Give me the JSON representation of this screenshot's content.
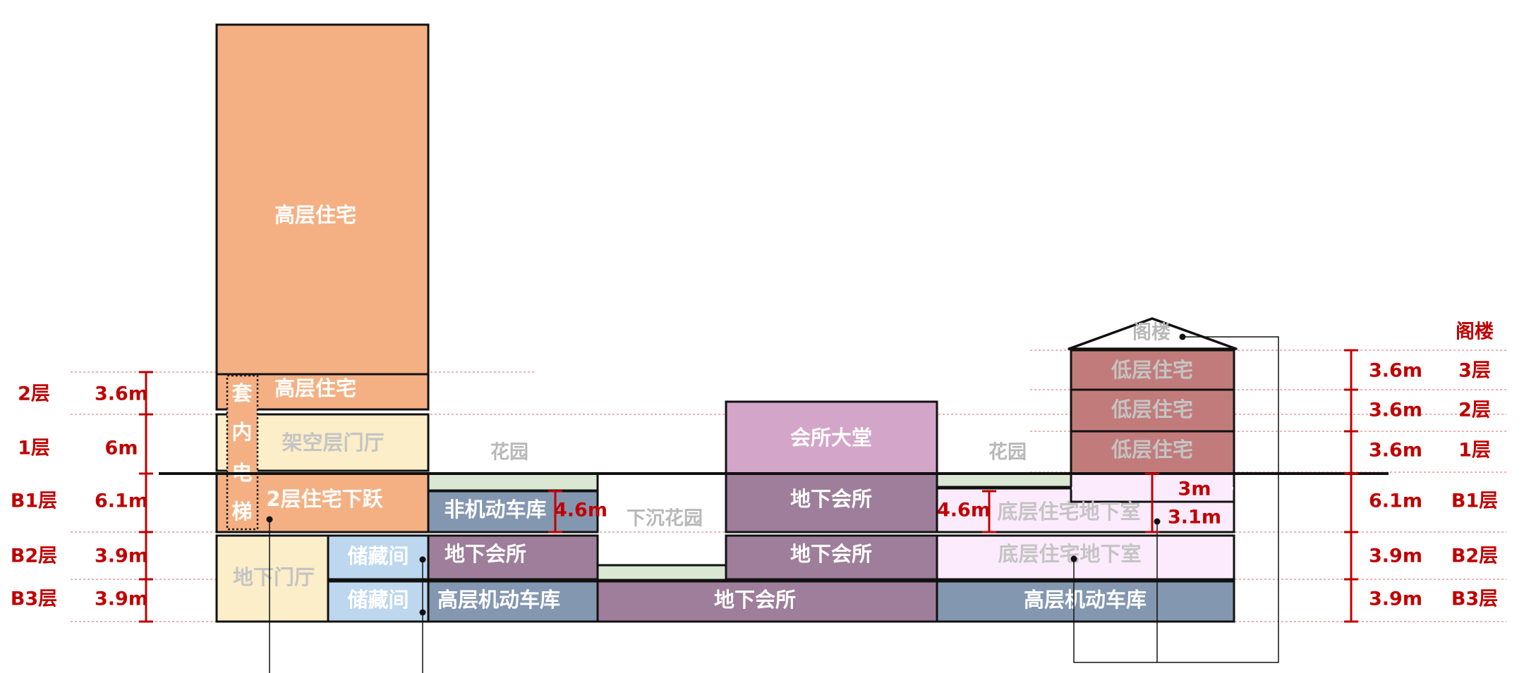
{
  "colors": {
    "high_residential": "#f4b083",
    "lobby": "#fbeec8",
    "storage": "#bdd7ee",
    "bicycle_garage": "#8497b0",
    "underground_club": "#9e7e9b",
    "club_hall": "#d3a5c8",
    "low_residential": "#c27b7b",
    "basement_pink": "#fcebfc",
    "garden": "#d9e7d3",
    "dimension_red": "#c00000"
  },
  "blocks": {
    "high_res_upper": "高层住宅",
    "high_res_2f": "高层住宅",
    "elevator": [
      "套",
      "内",
      "电",
      "梯"
    ],
    "pilotis_lobby": "架空层门厅",
    "duplex_lower": "2层住宅下跃",
    "underground_entrance": "地下门厅",
    "storage_b2": "储藏间",
    "storage_b3": "储藏间",
    "garden_left": "花园",
    "bicycle_garage": "非机动车库",
    "underground_club_b2_left": "地下会所",
    "parking_b3_left": "高层机动车库",
    "sunken_garden": "下沉花园",
    "underground_club_b3": "地下会所",
    "club_lobby": "会所大堂",
    "underground_club_b1": "地下会所",
    "underground_club_b2": "地下会所",
    "garden_right": "花园",
    "low_res_3f": "低层住宅",
    "low_res_2f": "低层住宅",
    "low_res_1f": "低层住宅",
    "attic": "阁楼",
    "basement_b1": "底层住宅地下室",
    "basement_b2": "底层住宅地下室",
    "parking_b3_right": "高层机动车库"
  },
  "left_axis": {
    "floors": [
      "2层",
      "1层",
      "B1层",
      "B2层",
      "B3层"
    ],
    "heights": [
      "3.6m",
      "6m",
      "6.1m",
      "3.9m",
      "3.9m"
    ]
  },
  "right_axis": {
    "floors": [
      "阁楼",
      "3层",
      "2层",
      "1层",
      "B1层",
      "B2层",
      "B3层"
    ],
    "heights": [
      "3.6m",
      "3.6m",
      "3.6m",
      "6.1m",
      "3.9m",
      "3.9m"
    ]
  },
  "inner_dims": {
    "bicycle_garage_height": "4.6m",
    "basement_height": "4.6m",
    "basement_split_upper": "3m",
    "basement_split_lower": "3.1m"
  }
}
